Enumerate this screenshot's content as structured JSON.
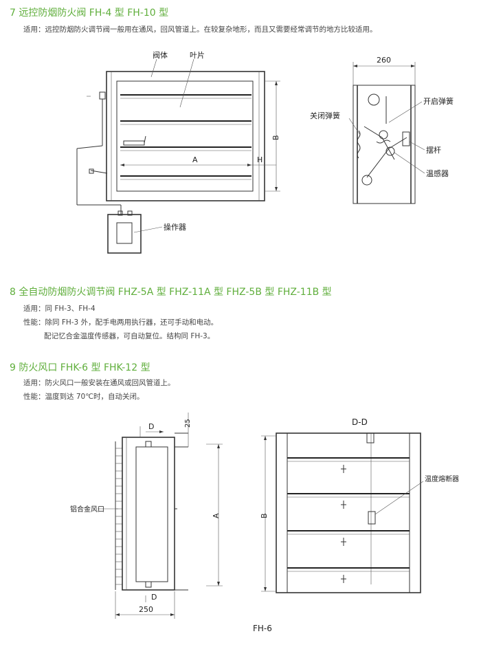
{
  "sections": [
    {
      "title": "7 远控防烟防火阀 FH-4 型    FH-10 型",
      "lines": [
        "适用：远控防烟防火调节阀一般用在通风，回风管道上。在较复杂地形，而且又需要经常调节的地方比较适用。"
      ]
    },
    {
      "title": "8 全自动防烟防火调节阀 FHZ-5A 型    FHZ-11A 型    FHZ-5B 型 FHZ-11B 型",
      "lines": [
        "适用：同 FH-3、FH-4",
        "性能：除同 FH-3 外，配手电两用执行器，还可手动和电动。",
        "配记忆合金温度传感器，可自动复位。结构同 FH-3。"
      ]
    },
    {
      "title": "9 防火风口 FHK-6 型    FHK-12 型",
      "lines": [
        "适用：防火风口一般安装在通风或回风管道上。",
        "性能：温度到达 70℃时，自动关闭。"
      ]
    }
  ],
  "fig1": {
    "labels": {
      "body": "阀体",
      "blade": "叶片",
      "operator": "操作器",
      "dim_a": "A",
      "dim_b": "B",
      "dim_h": "H",
      "dim_260": "260",
      "open_spring": "开启弹簧",
      "close_spring": "关闭弹簧",
      "lever": "摆杆",
      "sensor": "温感器"
    }
  },
  "fig2": {
    "labels": {
      "d_top": "D",
      "d_bottom": "D",
      "dim_25": "25",
      "dim_a": "A",
      "dim_250": "250",
      "outlet": "铝合金风口",
      "section": "D-D",
      "dim_b": "B",
      "fuse": "温度熔断器",
      "caption": "FH-6"
    }
  }
}
